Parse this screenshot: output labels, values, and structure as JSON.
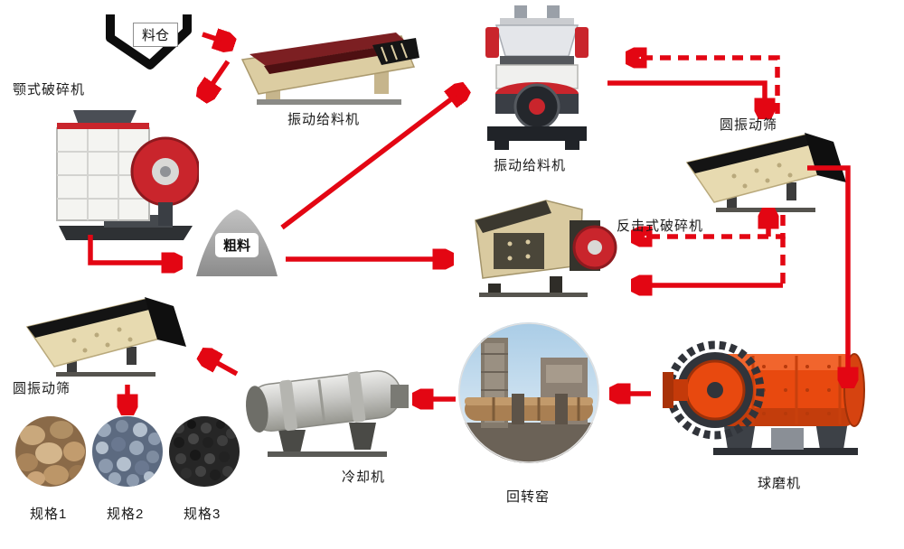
{
  "diagram": {
    "nodes": {
      "silo": {
        "label": "料仓"
      },
      "jaw_crusher": {
        "label": "颚式破碎机"
      },
      "feeder_top": {
        "label": "振动给料机"
      },
      "cone_crusher": {
        "label": "振动给料机"
      },
      "screen_right": {
        "label": "圆振动筛"
      },
      "impact_crusher": {
        "label": "反击式破碎机"
      },
      "coarse": {
        "label": "粗料"
      },
      "screen_left": {
        "label": "圆振动筛"
      },
      "cooler": {
        "label": "冷却机"
      },
      "kiln": {
        "label": "回转窑"
      },
      "ball_mill": {
        "label": "球磨机"
      },
      "spec1": {
        "label": "规格1"
      },
      "spec2": {
        "label": "规格2"
      },
      "spec3": {
        "label": "规格3"
      }
    },
    "colors": {
      "arrow": "#e30613",
      "background": "#ffffff",
      "machine_red": "#c9252c",
      "ball_mill_orange": "#e8490f",
      "screen_beige": "#e7dab0"
    }
  }
}
